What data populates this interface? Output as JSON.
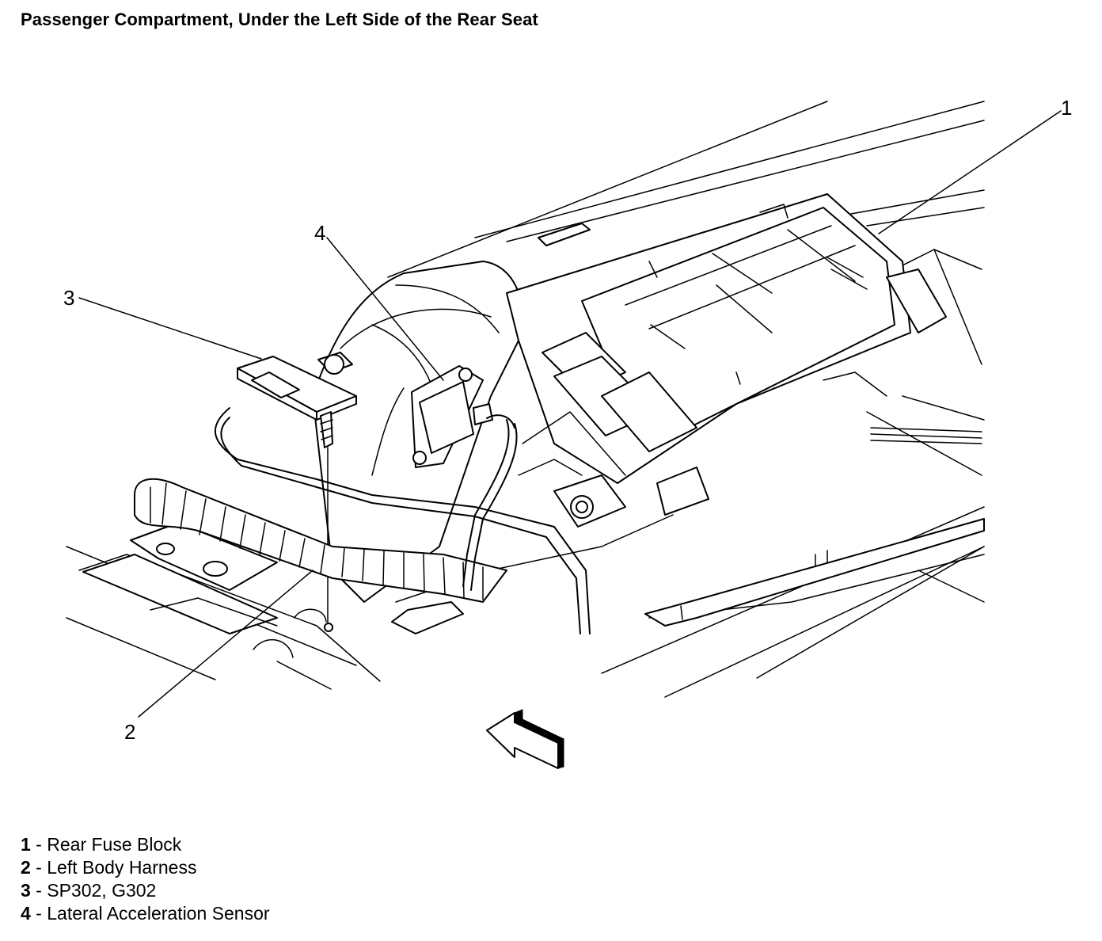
{
  "title": "Passenger Compartment, Under the Left Side of the Rear Seat",
  "callouts": [
    {
      "num": "1",
      "label": "Rear Fuse Block"
    },
    {
      "num": "2",
      "label": "Left Body Harness"
    },
    {
      "num": "3",
      "label": "SP302, G302"
    },
    {
      "num": "4",
      "label": "Lateral Acceleration Sensor"
    }
  ],
  "legend_separator": " - ",
  "icons": {
    "direction_arrow": "front-direction-arrow-icon"
  }
}
